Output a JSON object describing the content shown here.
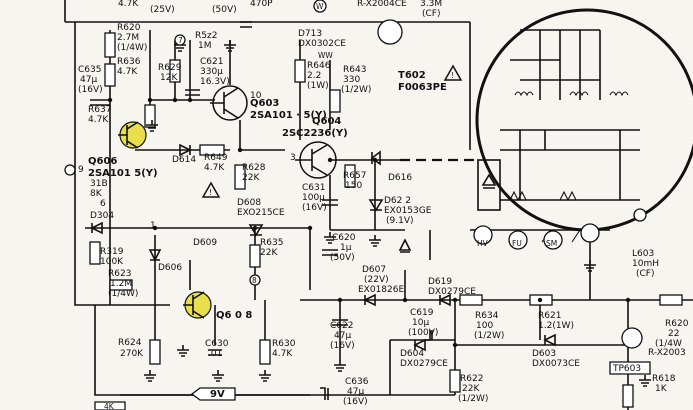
{
  "colors": {
    "highlight": "#e8dc3a",
    "ink": "#111111",
    "paper": "#f7f5ef"
  },
  "icons": [
    "warning-triangle-icon",
    "ground-icon"
  ],
  "labels": {
    "top_4k7": "4.7K",
    "top_50v": "(50V)",
    "top_25v": "(25V)",
    "top_470p": "470P",
    "top_w": "W",
    "top_rx": "R-X2004CE",
    "top_33m": "3.3M",
    "top_cf": "(CF)",
    "r620": "R620",
    "r620_v": "2.7M",
    "r620_w": "(1/4W)",
    "r636": "R636",
    "r636_v": "4.7K",
    "r622t": "R5z2",
    "r622t_v": "1M",
    "c635": "C635",
    "c635_v": "47μ",
    "c635_w": "(16V)",
    "r629": "R629",
    "r629_v": "12K",
    "c621": "C621",
    "c621_v": "330μ",
    "c621_w": "16.3V)",
    "d713": "D713",
    "d713_v": "DX0302CE",
    "ww": "WW",
    "r646": "R646",
    "r646_v": "2.2",
    "r646_w": "(1W)",
    "r643": "R643",
    "r643_v": "330",
    "r643_w": "(1/2W)",
    "t602": "T602",
    "t602_v": "F0063PE",
    "r637": "R637",
    "r637_v": "4.7K",
    "q603": "Q603",
    "q603_v": "2SA101 · 5(Y)",
    "q604": "Q604",
    "q604_v": "2SC2236(Y)",
    "q606": "Q606",
    "q606_v": "2SA101  5(Y)",
    "q606_b": "31B",
    "q606_c": "8K",
    "d614": "D614",
    "r649": "R649",
    "r649_v": "4.7K",
    "r628": "R628",
    "r628_v": "22K",
    "d616": "D616",
    "r657": "R657",
    "r657_v": "150",
    "c631": "C631",
    "c631_v": "100μ",
    "c631_w": "(16V)",
    "d62": "D62  2",
    "d62_v": "EX0153GE",
    "d62_w": "(9.1V)",
    "d304": "D304",
    "d608": "D608",
    "d608_v": "EXO215CE",
    "d609": "D609",
    "r319": "R319",
    "r319_v": "100K",
    "r623": "R623",
    "r623_v": "1.2M",
    "r623_w": "(1/4W)",
    "r635": "R635",
    "r635_v": "22K",
    "c620": "C620",
    "c620_v": "1μ",
    "c620_w": "(50V)",
    "d606": "D606",
    "d607": "D607",
    "d607_v": "(22V)",
    "d607_w": "EX01826E",
    "d619": "D619",
    "d619_v": "DX0279CE",
    "hv": "HV",
    "fu": "FU",
    "sm": "SM",
    "l603": "L603",
    "l603_v": "10mH",
    "l603_w": "(CF)",
    "q608": "Q6 0 8",
    "num9": "9",
    "num6": "6",
    "num7": "7",
    "num10": "10",
    "num3": "3",
    "num1": "1",
    "num8": "8",
    "c619": "C619",
    "c619_v": "10μ",
    "c619_w": "(100V)",
    "r634": "R634",
    "r634_v": "100",
    "r634_w": "(1/2W)",
    "r621": "R621",
    "r621_v": "1.2(1W)",
    "r620b": "R620",
    "r620b_v": "22",
    "r620b_w": "(1/4W",
    "rx2003": "R-X2003",
    "c622": "C622",
    "c622_v": "47μ",
    "c622_w": "(16V)",
    "r624": "R624",
    "r624_v": "270K",
    "c630": "C630",
    "c630_v": ".01",
    "r630": "R630",
    "r630_v": "4.7K",
    "d604": "D604",
    "d604_v": "DX0279CE",
    "r622": "R622",
    "r622_v": "22K",
    "r622_w": "(1/2W)",
    "d603": "D603",
    "d603_v": "DX0073CE",
    "tp603": "TP603",
    "r618": "R618",
    "r618_v": "1K",
    "c636": "C636",
    "c636_v": "47μ",
    "c636_w": "(16V)",
    "v9": "9V",
    "b4k": "4K"
  }
}
